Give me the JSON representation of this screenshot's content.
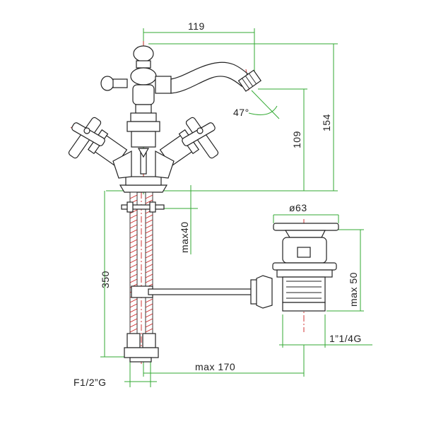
{
  "colors": {
    "dimension": "#33aa33",
    "outline": "#222222",
    "centerline": "#cc2222",
    "background": "#ffffff"
  },
  "dimensions": {
    "spout_reach": "119",
    "overall_height": "154",
    "spout_height": "109",
    "spout_angle": "47°",
    "waste_diameter": "ø63",
    "max_deck_thickness": "max40",
    "hose_length": "350",
    "waste_max_height": "max 50",
    "waste_thread": "1”1/4G",
    "max_distance": "max 170",
    "supply_thread": "F1/2”G"
  }
}
